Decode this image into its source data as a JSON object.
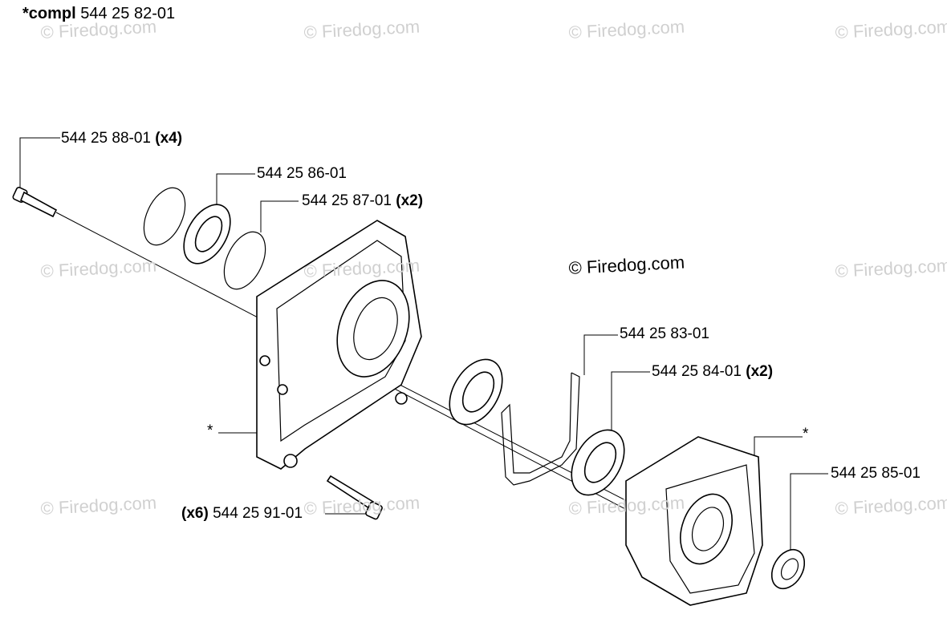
{
  "title": {
    "prefix": "*compl",
    "number": "544 25 82-01"
  },
  "labels": {
    "screw_top": {
      "number": "544 25 88-01",
      "qty": "(x4)"
    },
    "bearing_top": {
      "number": "544 25 86-01"
    },
    "circlip": {
      "number": "544 25 87-01",
      "qty": "(x2)"
    },
    "gasket": {
      "number": "544 25 83-01"
    },
    "bearing_right": {
      "number": "544 25 84-01",
      "qty": "(x2)"
    },
    "seal": {
      "number": "544 25 85-01"
    },
    "screw_bottom": {
      "number": "544 25 91-01",
      "qty": "(x6)"
    },
    "star_left": "*",
    "star_right": "*"
  },
  "watermark": "© Firedog.com",
  "watermark_main": "© Firedog.com",
  "colors": {
    "ink": "#000000",
    "watermark": "#d0d0d0"
  }
}
